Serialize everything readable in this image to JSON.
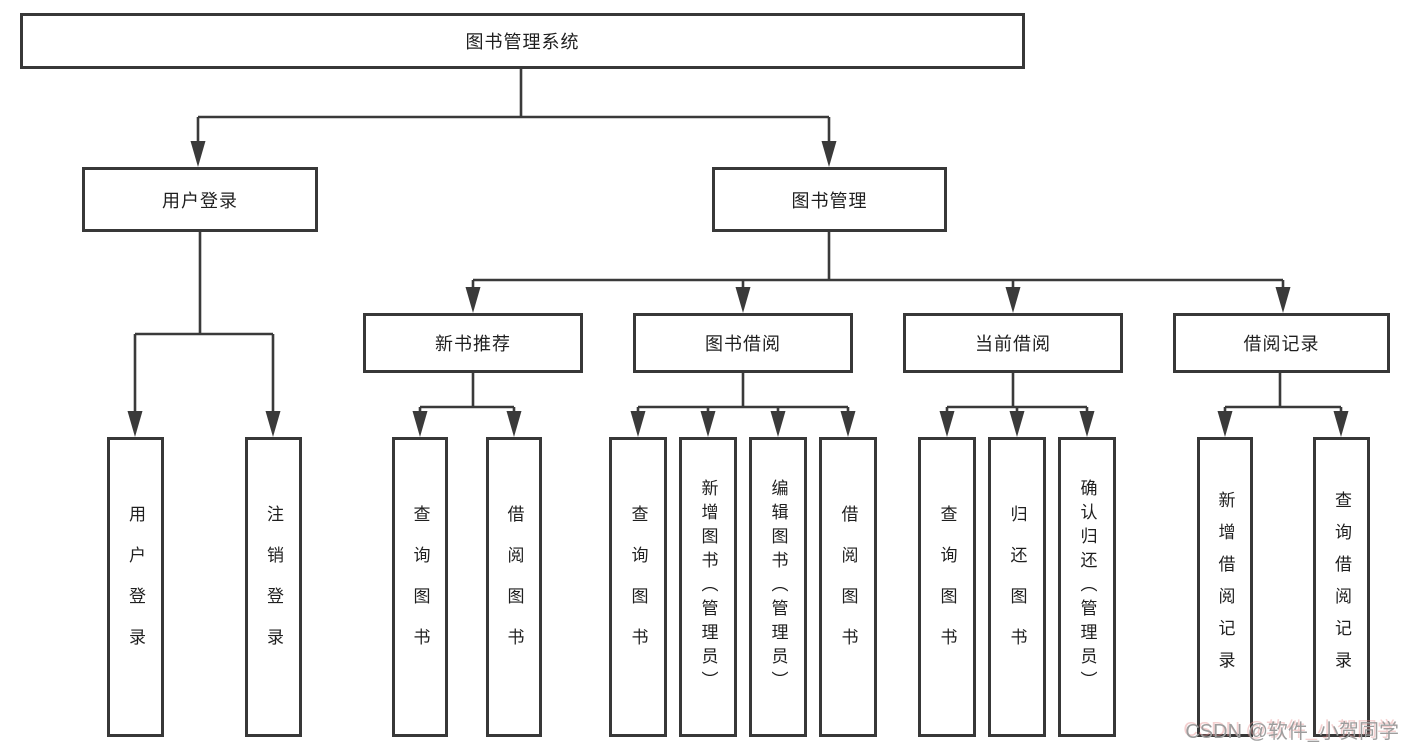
{
  "tree": {
    "root": {
      "label": "图书管理系统"
    },
    "branches": [
      {
        "label": "用户登录",
        "children": [
          {
            "label": "用户登录"
          },
          {
            "label": "注销登录"
          }
        ]
      },
      {
        "label": "图书管理",
        "children": [
          {
            "label": "新书推荐",
            "children": [
              {
                "label": "查询图书"
              },
              {
                "label": "借阅图书"
              }
            ]
          },
          {
            "label": "图书借阅",
            "children": [
              {
                "label": "查询图书"
              },
              {
                "label": "新增图书（管理员）"
              },
              {
                "label": "编辑图书（管理员）"
              },
              {
                "label": "借阅图书"
              }
            ]
          },
          {
            "label": "当前借阅",
            "children": [
              {
                "label": "查询图书"
              },
              {
                "label": "归还图书"
              },
              {
                "label": "确认归还（管理员）"
              }
            ]
          },
          {
            "label": "借阅记录",
            "children": [
              {
                "label": "新增借阅记录"
              },
              {
                "label": "查询借阅记录"
              }
            ]
          }
        ]
      }
    ]
  },
  "watermark": {
    "text": "CSDN @软件_小贺同学"
  },
  "colors": {
    "line": "#3a3a3a",
    "box_border": "#383838",
    "text": "#1f1f1f",
    "background": "#ffffff",
    "watermark": "#9d9d9d"
  }
}
